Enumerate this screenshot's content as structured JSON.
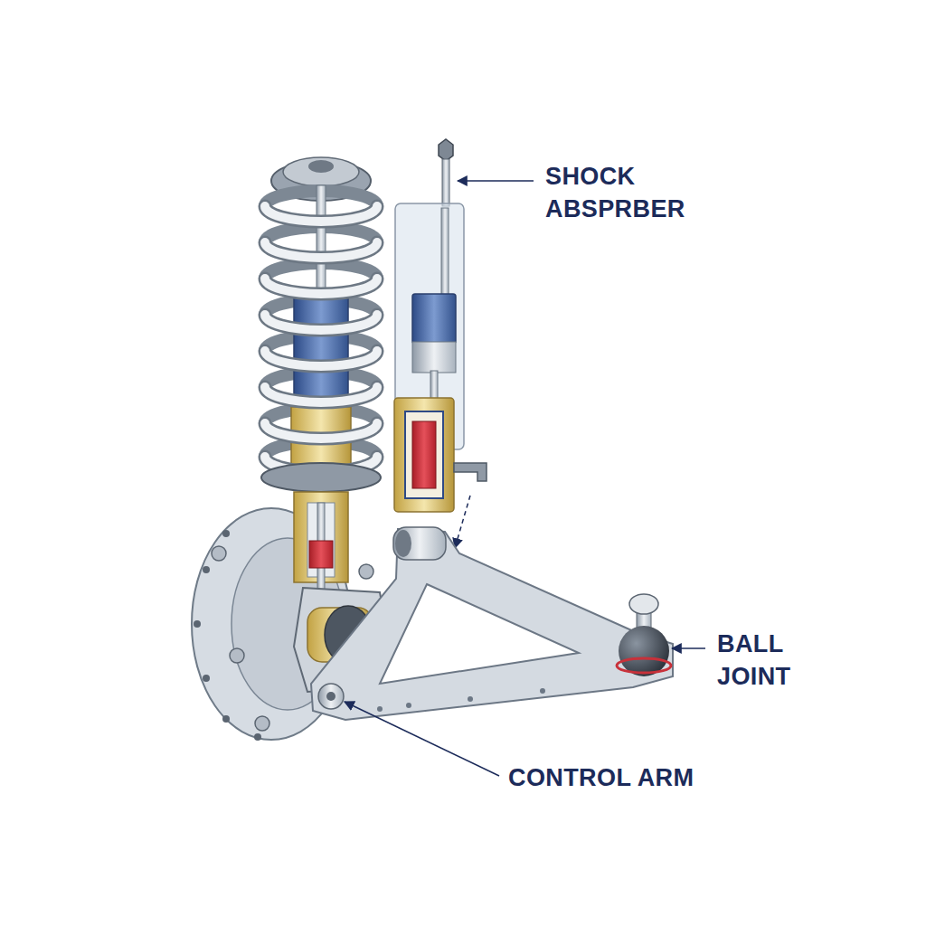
{
  "diagram": {
    "labels": [
      "SHOCK ABSPRBER",
      "BALL JOINT",
      "CONTROL ARM"
    ]
  }
}
